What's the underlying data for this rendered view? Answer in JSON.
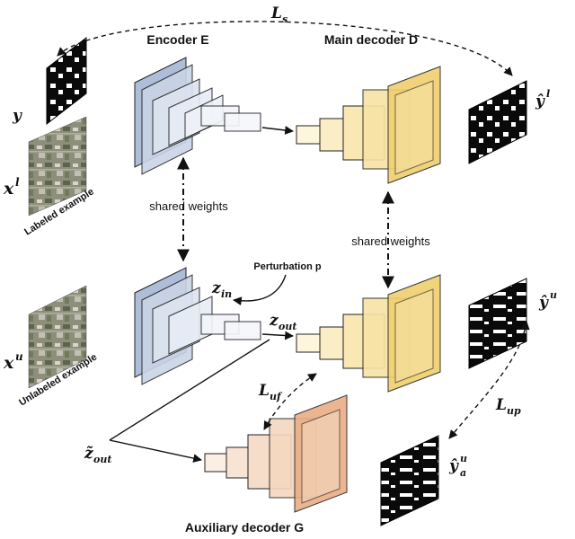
{
  "labels": {
    "encoder": "Encoder E",
    "main_decoder": "Main decoder D",
    "aux_decoder": "Auxiliary decoder G",
    "shared_weights_left": "shared weights",
    "shared_weights_right": "shared weights",
    "perturbation": "Perturbation p",
    "labeled_example": "Labeled example",
    "unlabeled_example": "Unlabeled example"
  },
  "math": {
    "y_base": "y",
    "xl_base": "x",
    "xl_sup": "l",
    "xu_base": "x",
    "xu_sup": "u",
    "ls_base": "L",
    "ls_sub": "s",
    "yhat_l_base": "ŷ",
    "yhat_l_sup": "l",
    "yhat_u_base": "ŷ",
    "yhat_u_sup": "u",
    "yhat_a_base": "ŷ",
    "yhat_a_sup": "u",
    "yhat_a_sub": "a",
    "zin_base": "z",
    "zin_sub": "in",
    "zout_base": "z",
    "zout_sub": "out",
    "zout_tilde_base": "z̃",
    "zout_tilde_sub": "out",
    "luf_base": "L",
    "luf_sub": "uf",
    "lup_base": "L",
    "lup_sub": "up"
  },
  "colors": {
    "encoder_fill": "#c9d4e6",
    "encoder_face": "#aebdd8",
    "main_decoder_fill": "#f8e3a6",
    "main_decoder_face": "#f0cf6e",
    "aux_decoder_fill": "#f5d8c0",
    "aux_decoder_face": "#e8ae85",
    "mask_black": "#0a0a0a",
    "photo_base": "#9a9a86"
  }
}
